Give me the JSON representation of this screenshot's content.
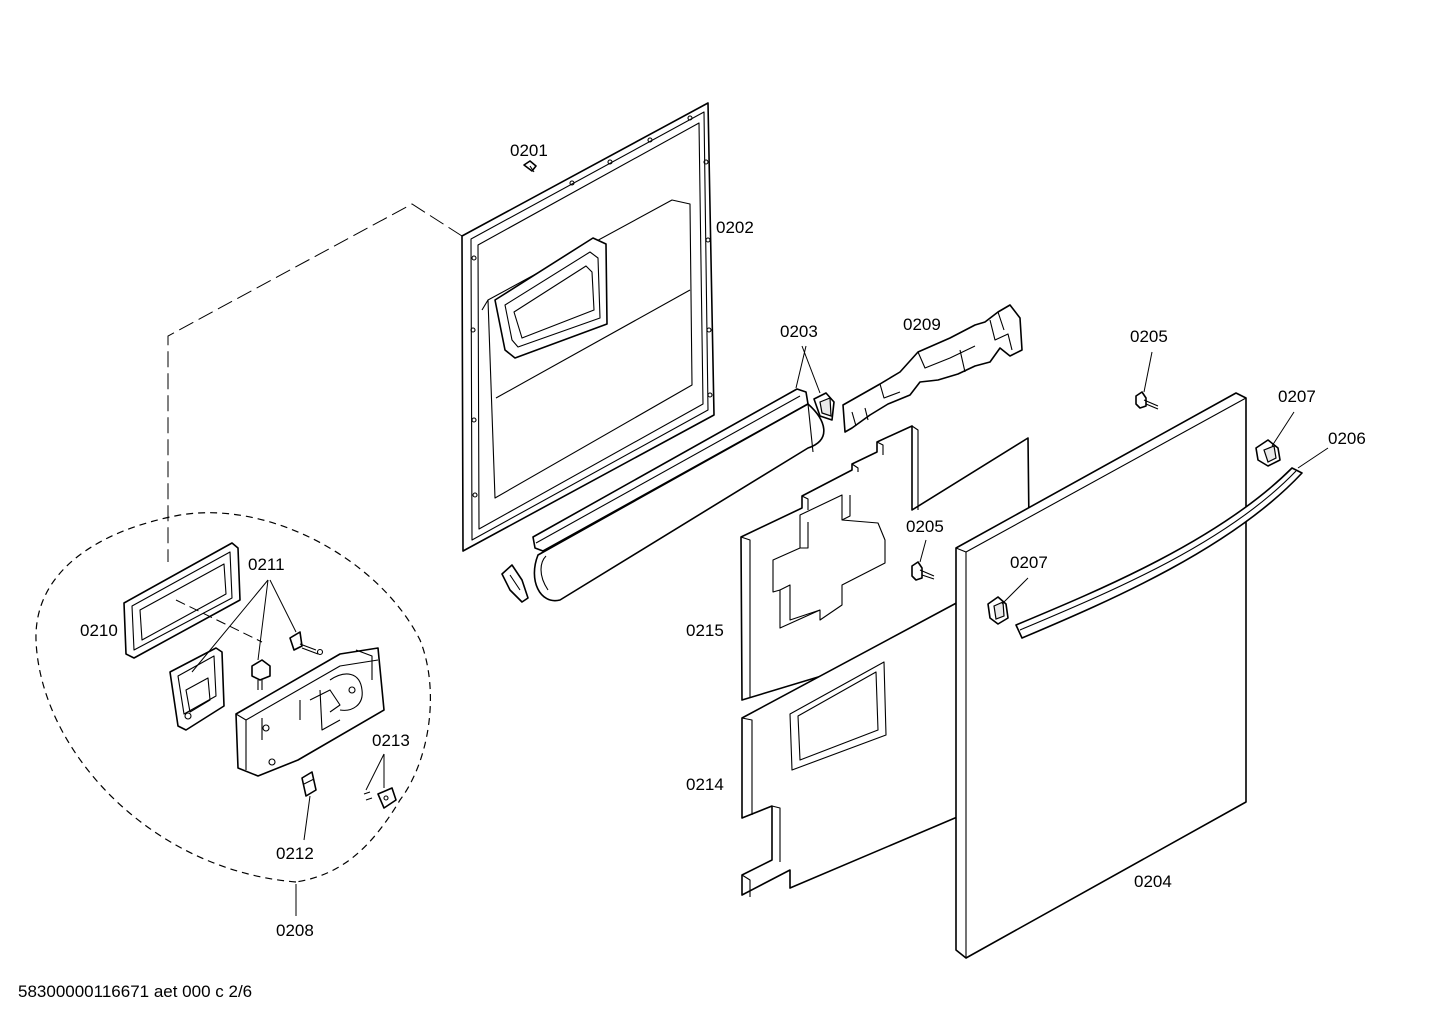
{
  "callouts": {
    "c0201": "0201",
    "c0202": "0202",
    "c0203": "0203",
    "c0209": "0209",
    "c0205a": "0205",
    "c0207a": "0207",
    "c0206": "0206",
    "c0205b": "0205",
    "c0207b": "0207",
    "c0210": "0210",
    "c0211": "0211",
    "c0213": "0213",
    "c0215": "0215",
    "c0214": "0214",
    "c0212": "0212",
    "c0208": "0208",
    "c0204": "0204"
  },
  "footer": {
    "doc_id": "58300000116671 aet 000 c 2/6"
  }
}
